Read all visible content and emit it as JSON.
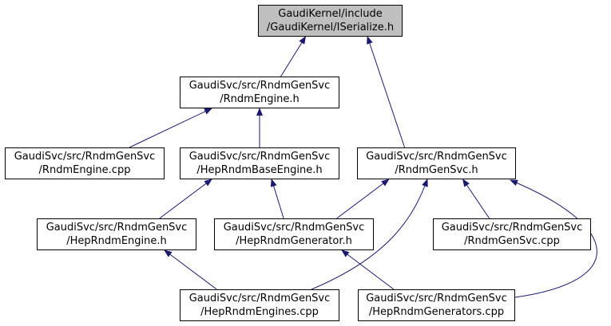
{
  "colors": {
    "edge": "#191970",
    "root_fill": "#bfbfbf",
    "node_fill": "#ffffff",
    "border": "#000000"
  },
  "nodes": [
    {
      "id": "iserialize",
      "line1": "GaudiKernel/include",
      "line2": "/GaudiKernel/ISerialize.h",
      "root": true
    },
    {
      "id": "rndmengine-h",
      "line1": "GaudiSvc/src/RndmGenSvc",
      "line2": "/RndmEngine.h"
    },
    {
      "id": "rndmengine-cpp",
      "line1": "GaudiSvc/src/RndmGenSvc",
      "line2": "/RndmEngine.cpp"
    },
    {
      "id": "heprndmbaseengine-h",
      "line1": "GaudiSvc/src/RndmGenSvc",
      "line2": "/HepRndmBaseEngine.h"
    },
    {
      "id": "rndmgensvc-h",
      "line1": "GaudiSvc/src/RndmGenSvc",
      "line2": "/RndmGenSvc.h"
    },
    {
      "id": "heprndmengine-h",
      "line1": "GaudiSvc/src/RndmGenSvc",
      "line2": "/HepRndmEngine.h"
    },
    {
      "id": "heprndmgenerator-h",
      "line1": "GaudiSvc/src/RndmGenSvc",
      "line2": "/HepRndmGenerator.h"
    },
    {
      "id": "rndmgensvc-cpp",
      "line1": "GaudiSvc/src/RndmGenSvc",
      "line2": "/RndmGenSvc.cpp"
    },
    {
      "id": "heprndmengines-cpp",
      "line1": "GaudiSvc/src/RndmGenSvc",
      "line2": "/HepRndmEngines.cpp"
    },
    {
      "id": "heprndmgenerators-cpp",
      "line1": "GaudiSvc/src/RndmGenSvc",
      "line2": "/HepRndmGenerators.cpp"
    }
  ],
  "edges": [
    {
      "from": "rndmengine-h",
      "to": "iserialize"
    },
    {
      "from": "rndmgensvc-h",
      "to": "iserialize"
    },
    {
      "from": "rndmengine-cpp",
      "to": "rndmengine-h"
    },
    {
      "from": "heprndmbaseengine-h",
      "to": "rndmengine-h"
    },
    {
      "from": "heprndmengine-h",
      "to": "heprndmbaseengine-h"
    },
    {
      "from": "heprndmgenerator-h",
      "to": "heprndmbaseengine-h"
    },
    {
      "from": "heprndmgenerator-h",
      "to": "rndmgensvc-h"
    },
    {
      "from": "heprndmengines-cpp",
      "to": "rndmgensvc-h"
    },
    {
      "from": "rndmgensvc-cpp",
      "to": "rndmgensvc-h"
    },
    {
      "from": "heprndmgenerators-cpp",
      "to": "rndmgensvc-h"
    },
    {
      "from": "heprndmengines-cpp",
      "to": "heprndmengine-h"
    },
    {
      "from": "heprndmgenerators-cpp",
      "to": "heprndmgenerator-h"
    }
  ]
}
